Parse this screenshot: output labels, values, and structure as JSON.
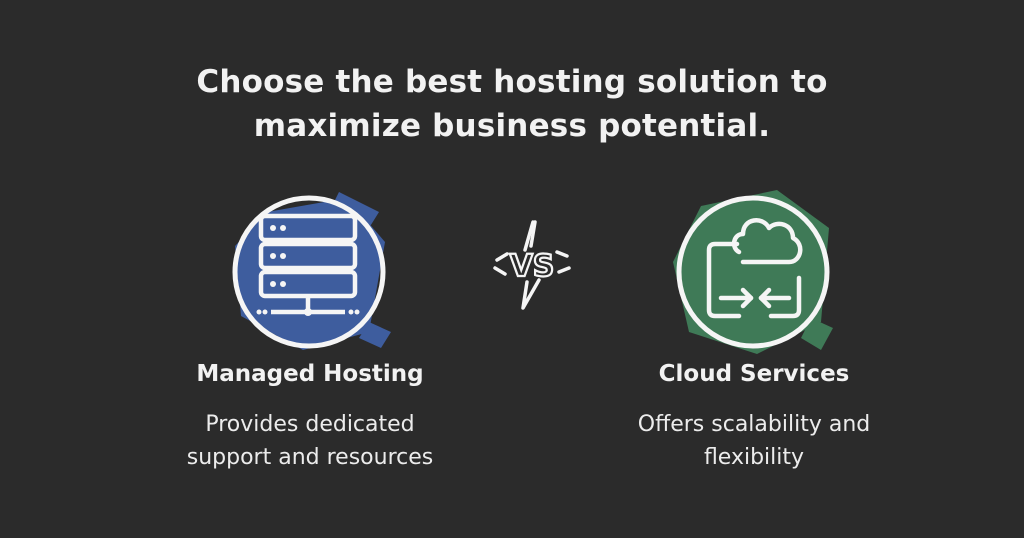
{
  "title": {
    "line1": "Choose the best hosting solution to",
    "line2": "maximize business potential."
  },
  "comparison": {
    "vs_label": "VS",
    "left": {
      "name": "Managed Hosting",
      "description_line1": "Provides dedicated",
      "description_line2": "support and resources",
      "icon": "server-rack-icon",
      "color": "#3e5d9e"
    },
    "right": {
      "name": "Cloud Services",
      "description_line1": "Offers scalability and",
      "description_line2": "flexibility",
      "icon": "cloud-transfer-icon",
      "color": "#3f7a57"
    }
  },
  "colors": {
    "background": "#2b2b2b",
    "text": "#f2f2f2"
  }
}
